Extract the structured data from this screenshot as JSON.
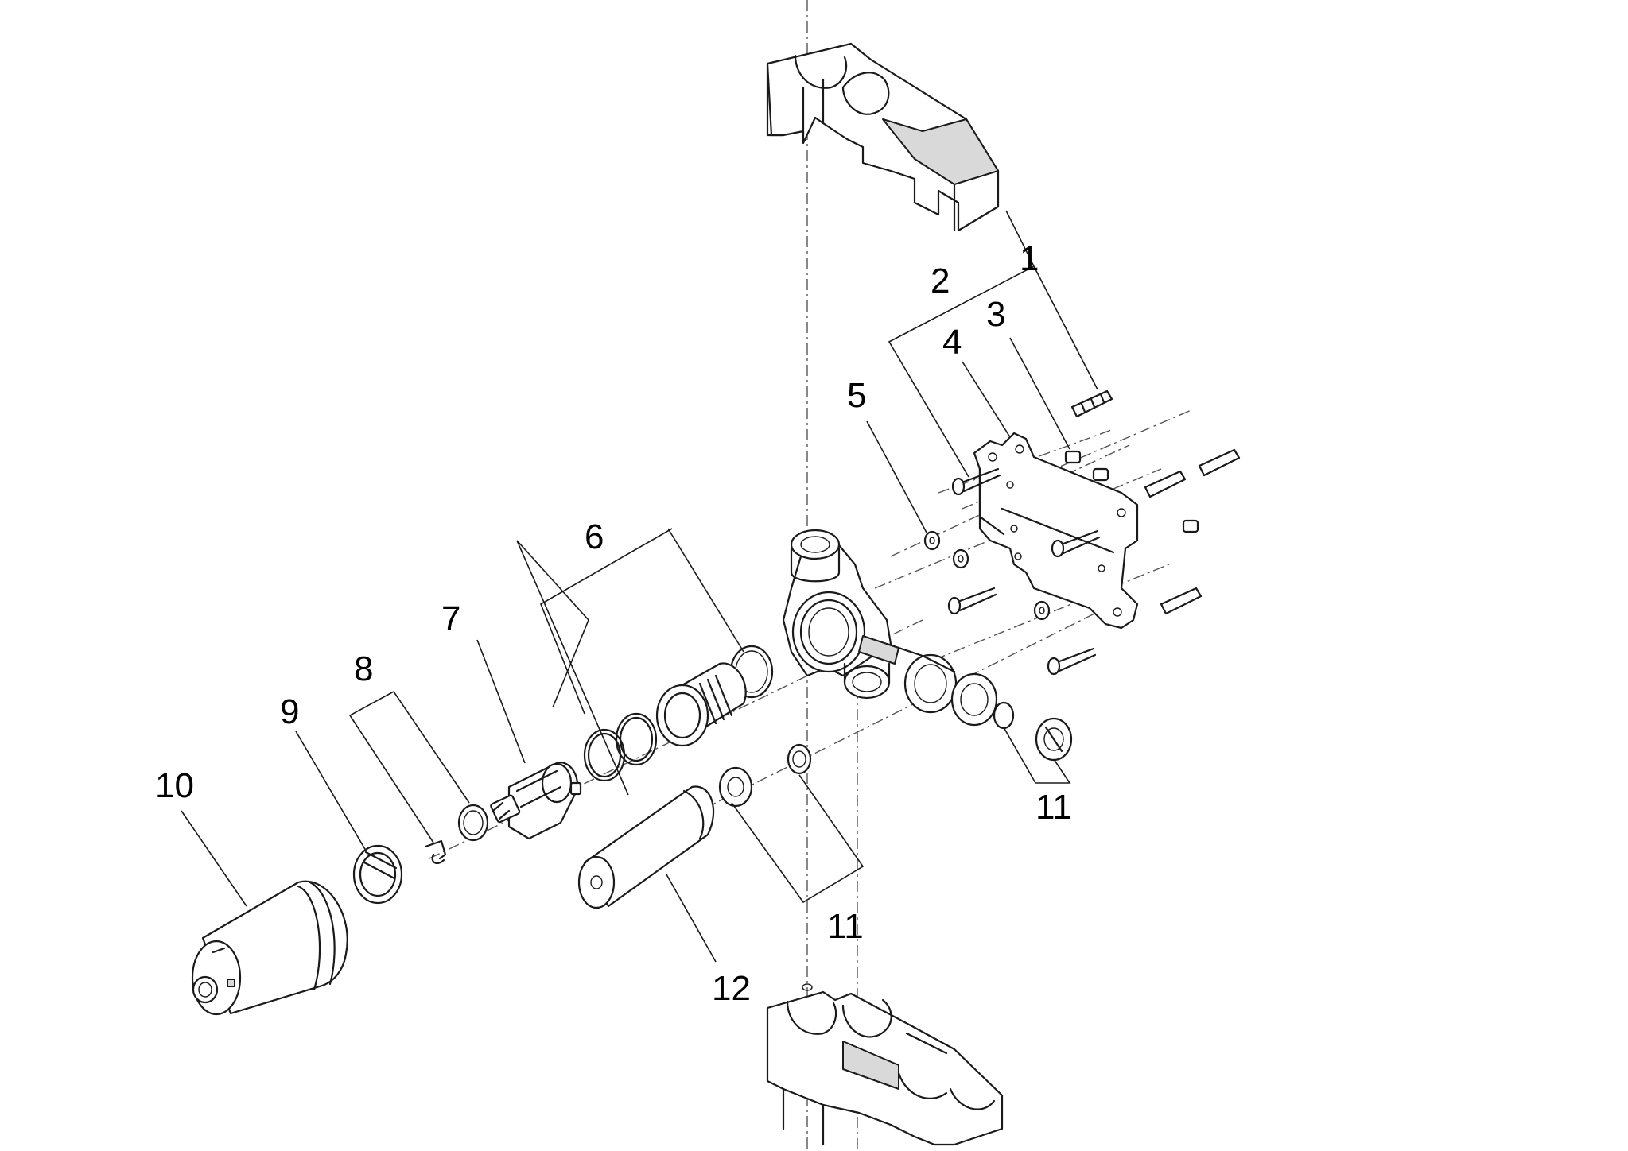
{
  "callouts": [
    {
      "id": "1",
      "text": "1"
    },
    {
      "id": "2",
      "text": "2"
    },
    {
      "id": "3",
      "text": "3"
    },
    {
      "id": "4",
      "text": "4"
    },
    {
      "id": "5",
      "text": "5"
    },
    {
      "id": "6",
      "text": "6"
    },
    {
      "id": "7",
      "text": "7"
    },
    {
      "id": "8",
      "text": "8"
    },
    {
      "id": "9",
      "text": "9"
    },
    {
      "id": "10",
      "text": "10"
    },
    {
      "id": "11a",
      "text": "11"
    },
    {
      "id": "11b",
      "text": "11"
    },
    {
      "id": "12",
      "text": "12"
    }
  ]
}
